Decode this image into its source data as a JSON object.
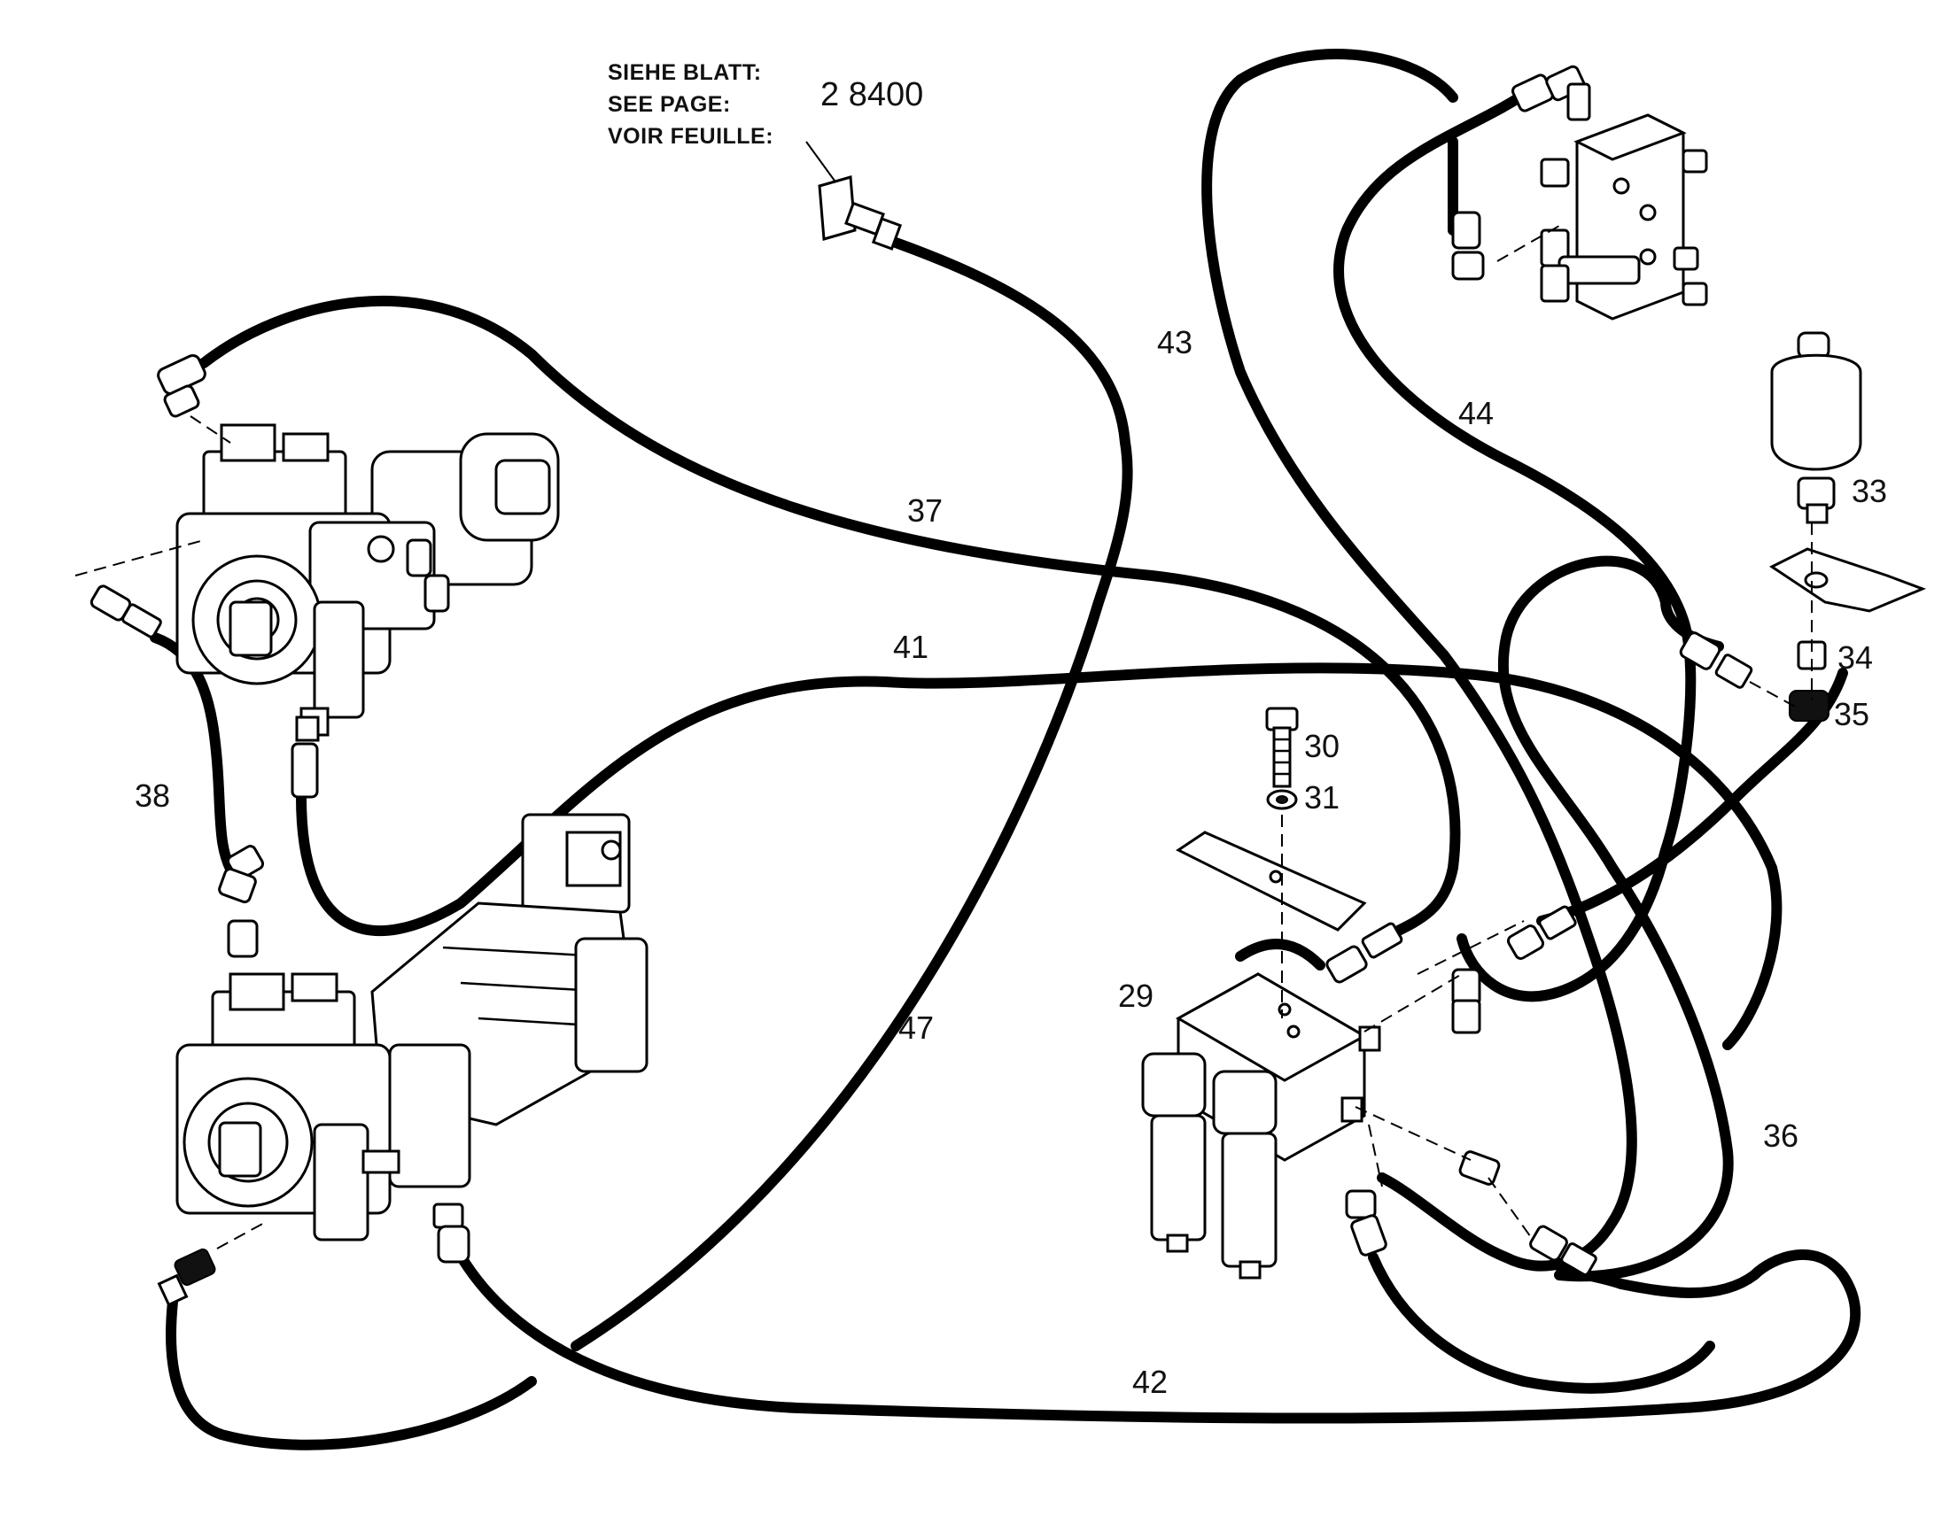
{
  "reference": {
    "line1": "SIEHE BLATT:",
    "line2": "SEE PAGE:",
    "line3": "VOIR FEUILLE:",
    "page": "2 8400"
  },
  "callouts": {
    "c29": "29",
    "c30": "30",
    "c31": "31",
    "c33": "33",
    "c34": "34",
    "c35": "35",
    "c36": "36",
    "c37": "37",
    "c38": "38",
    "c41": "41",
    "c42": "42",
    "c43": "43",
    "c44": "44",
    "c47": "47"
  }
}
